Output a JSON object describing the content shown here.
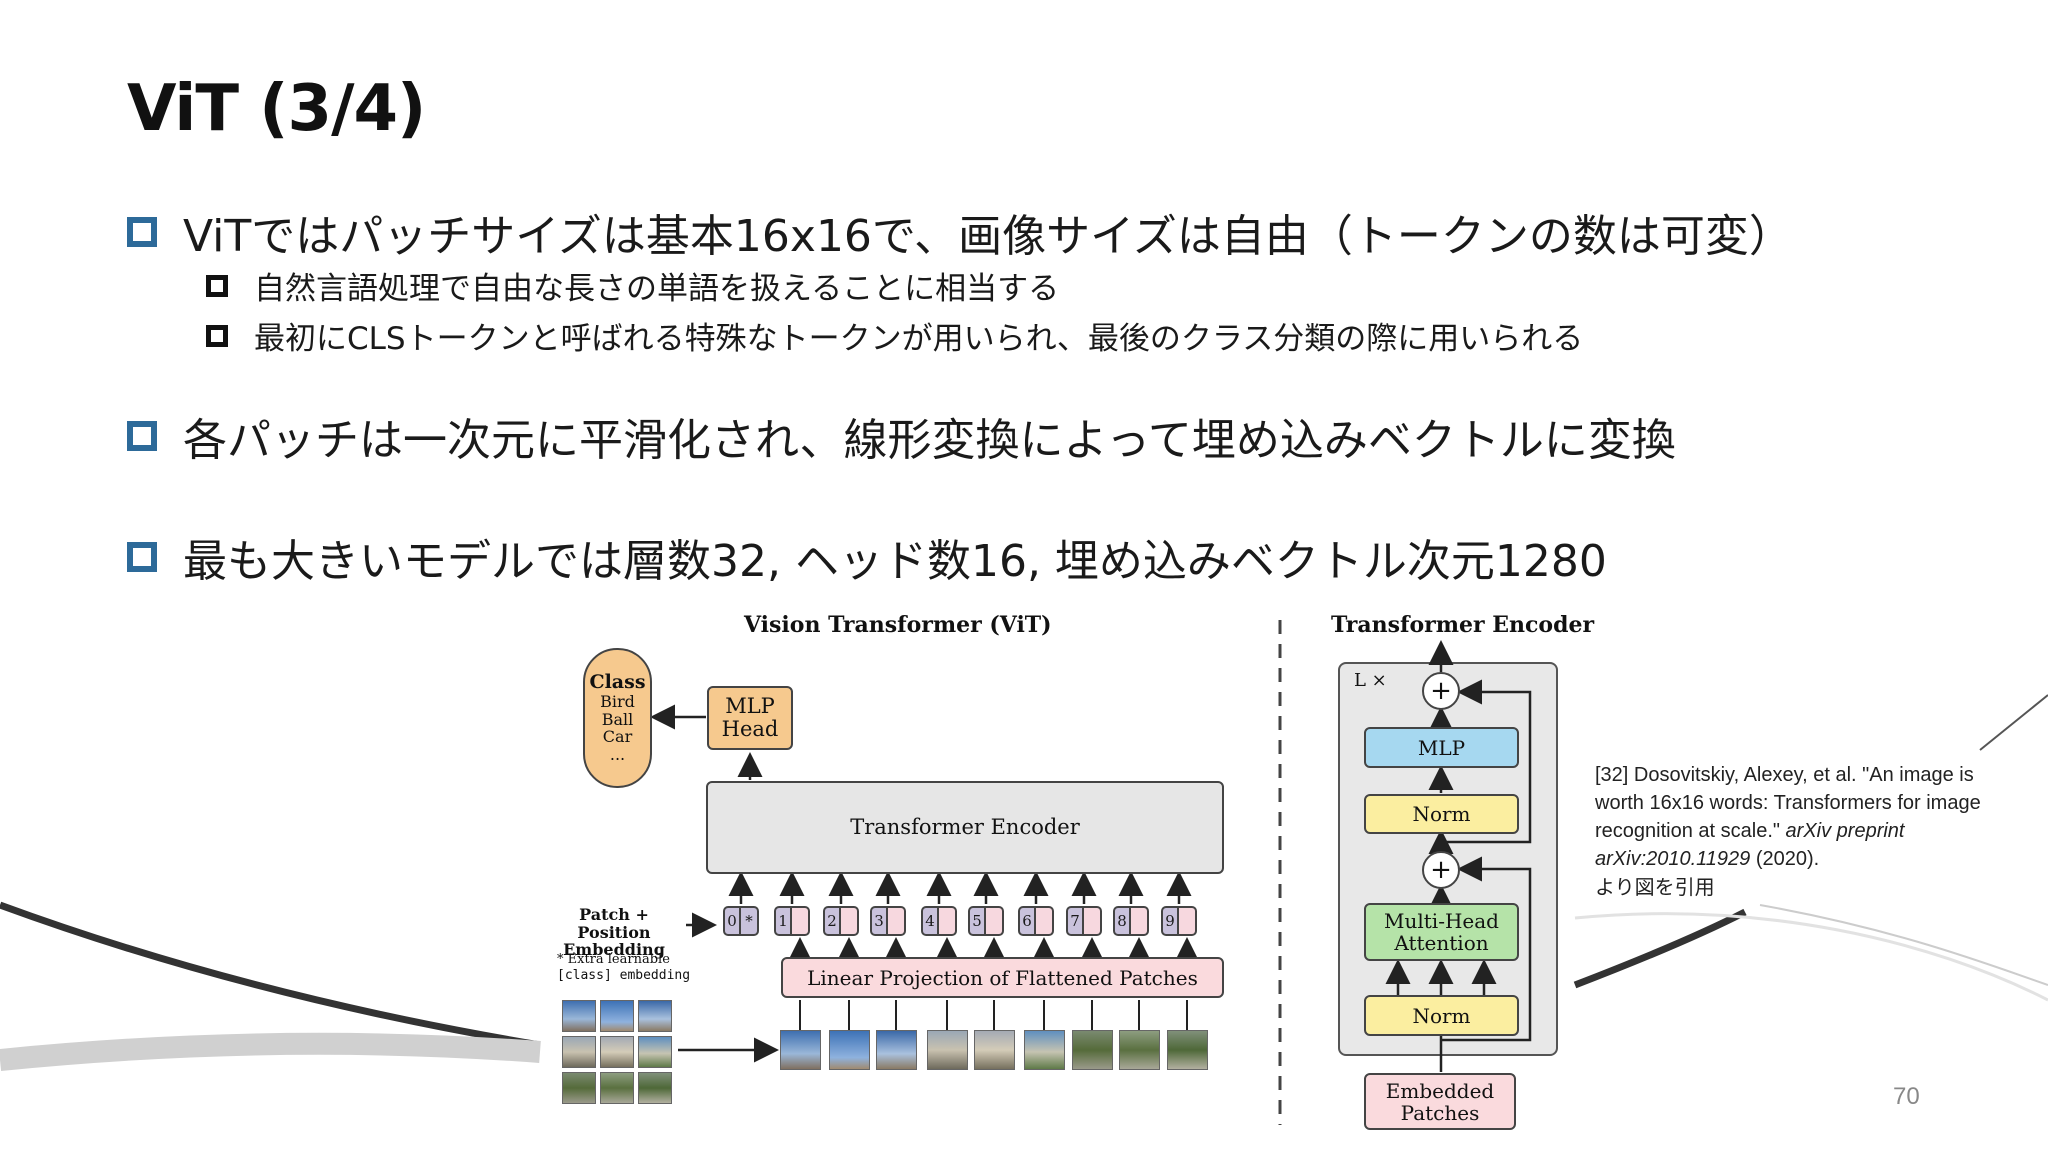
{
  "slide": {
    "title": "ViT (3/4)",
    "page_number": "70"
  },
  "bullets": [
    {
      "level": 1,
      "text": "ViTではパッチサイズは基本16x16で、画像サイズは自由（トークンの数は可変）"
    },
    {
      "level": 2,
      "text": "自然言語処理で自由な長さの単語を扱えることに相当する"
    },
    {
      "level": 2,
      "text": "最初にCLSトークンと呼ばれる特殊なトークンが用いられ、最後のクラス分類の際に用いられる"
    },
    {
      "level": 1,
      "text": "各パッチは一次元に平滑化され、線形変換によって埋め込みベクトルに変換"
    },
    {
      "level": 1,
      "text": "最も大きいモデルでは層数32, ヘッド数16, 埋め込みベクトル次元1280"
    }
  ],
  "figure": {
    "vit_title": "Vision Transformer (ViT)",
    "class_box": {
      "heading": "Class",
      "items": [
        "Bird",
        "Ball",
        "Car",
        "..."
      ]
    },
    "mlp_head": "MLP Head",
    "transformer_encoder": "Transformer Encoder",
    "patch_pos_label": "Patch + Position Embedding",
    "extra_note_line1": "* Extra learnable",
    "extra_note_line2": "[class] embedding",
    "token_indices": [
      "0",
      "1",
      "2",
      "3",
      "4",
      "5",
      "6",
      "7",
      "8",
      "9"
    ],
    "cls_marker": "*",
    "linear_projection": "Linear Projection of Flattened Patches",
    "encoder_title": "Transformer Encoder",
    "repeat_label": "L ×",
    "plus": "+",
    "mlp": "MLP",
    "norm": "Norm",
    "multi_head_attention": "Multi-Head Attention",
    "embedded_patches": "Embedded Patches"
  },
  "citation": {
    "text_plain": "[32] Dosovitskiy, Alexey, et al. \"An image is worth 16x16 words: Transformers for image recognition at scale.\" ",
    "text_italic": "arXiv preprint arXiv:2010.11929",
    "text_year": " (2020).",
    "note": "より図を引用"
  },
  "colors": {
    "bullet_l1": "#2d6a99",
    "class_fill": "#f6c98e",
    "mlp_head_fill": "#f6c98e",
    "encoder_fill": "#e6e6e6",
    "linear_proj_fill": "#fadadd",
    "mlp_fill": "#a6d8f0",
    "norm_fill": "#fbeea0",
    "mha_fill": "#b5e3a8",
    "embedded_fill": "#fadadd"
  }
}
